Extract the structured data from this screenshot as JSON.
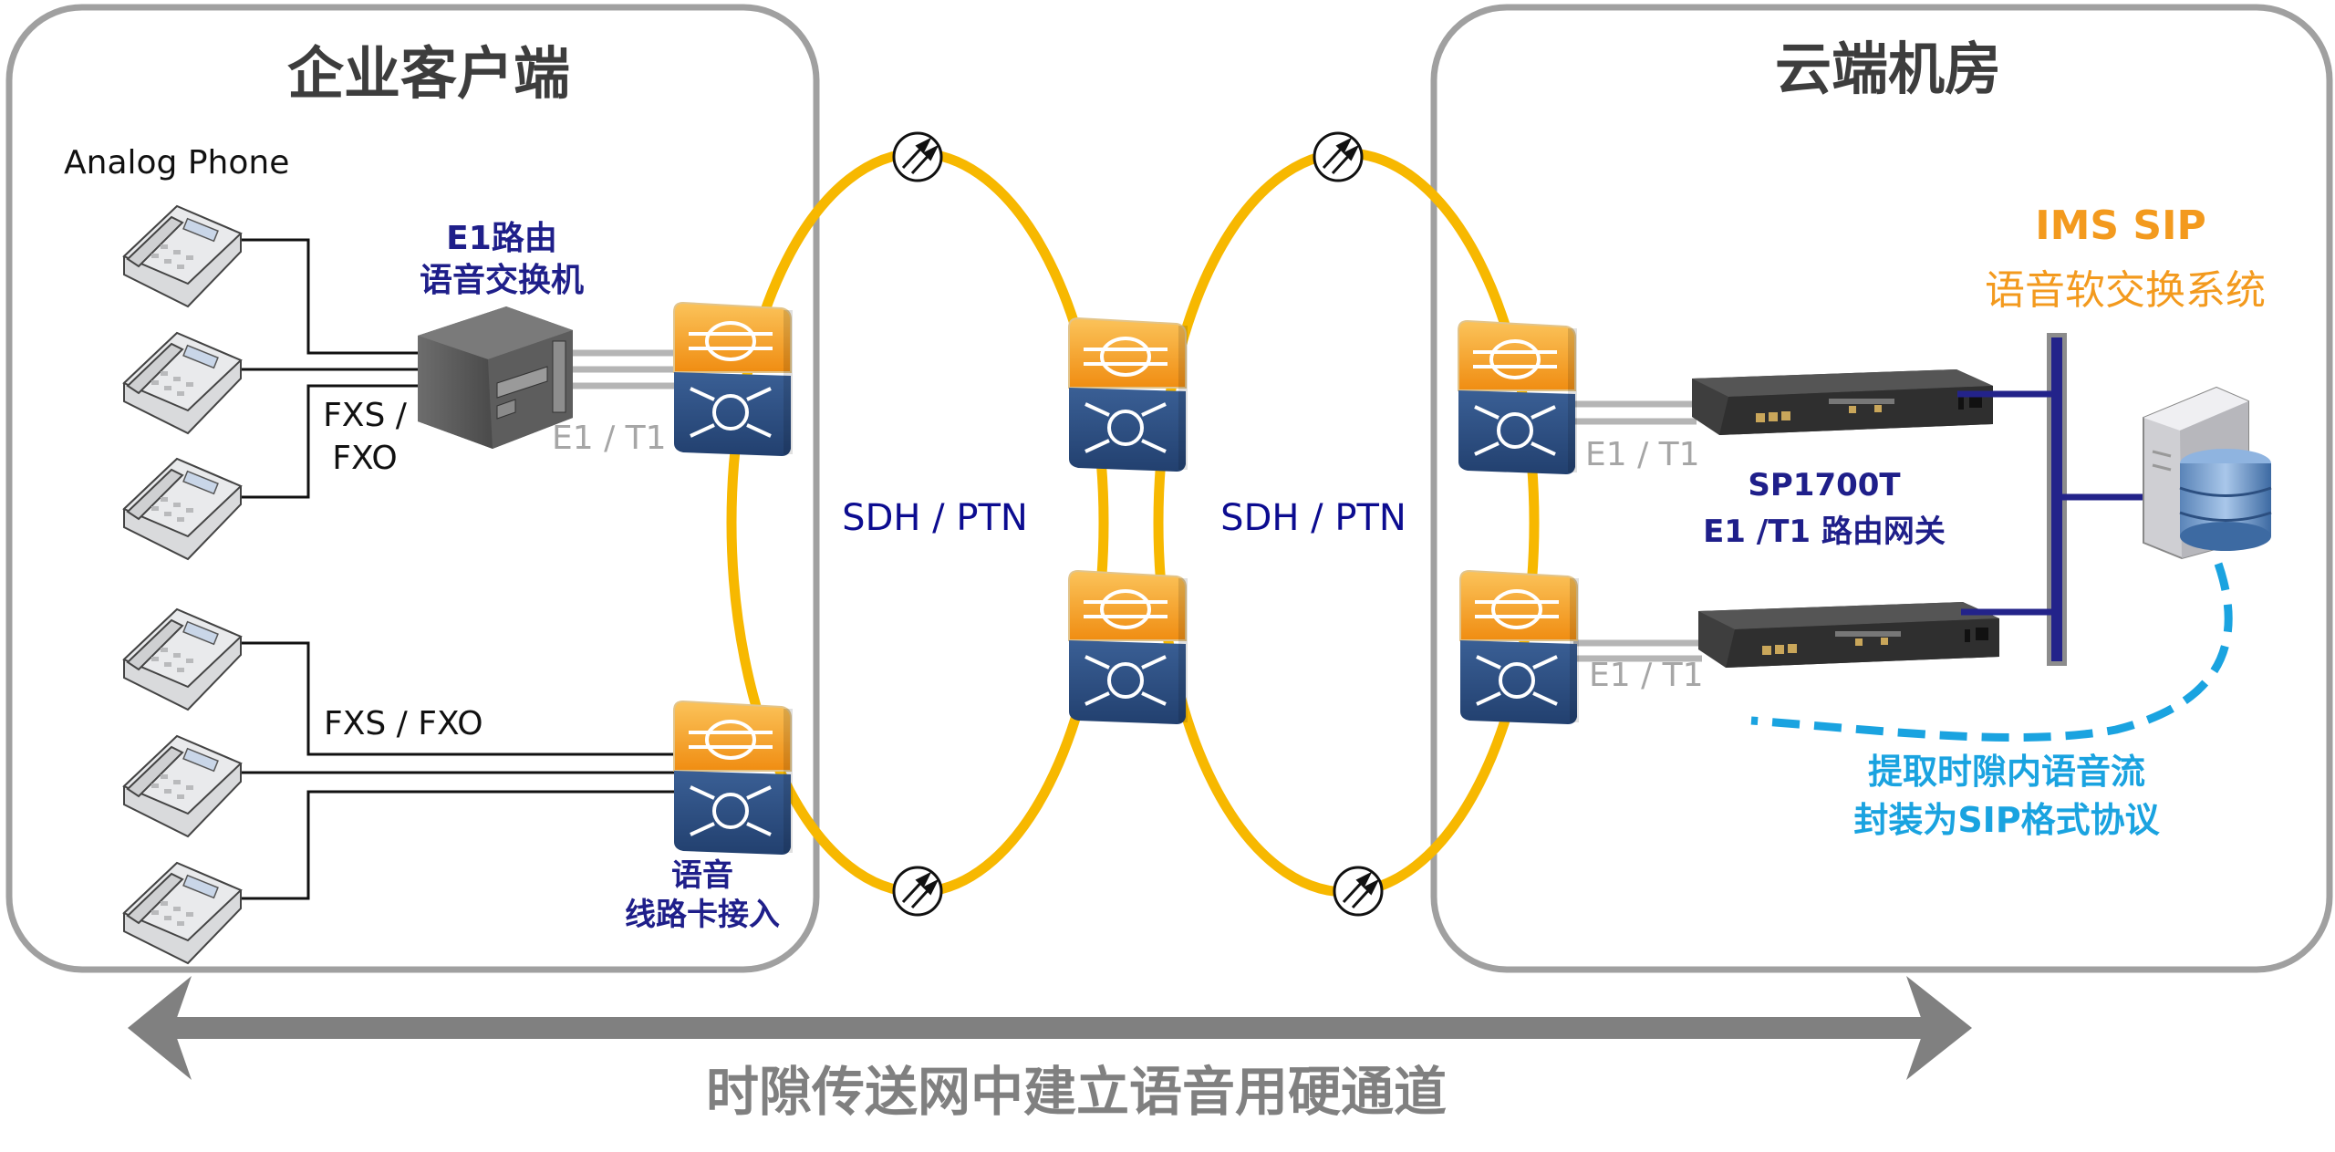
{
  "panels": {
    "left_title": "企业客户端",
    "right_title": "云端机房"
  },
  "labels": {
    "analog_phone": "Analog Phone",
    "e1_router_line1": "E1路由",
    "e1_router_line2": "语音交换机",
    "fxs_fxo_top_line1": "FXS /",
    "fxs_fxo_top_line2": "FXO",
    "fxs_fxo_bottom": "FXS / FXO",
    "e1t1_left": "E1 / T1",
    "voice_card_line1": "语音",
    "voice_card_line2": "线路卡接入",
    "ring_left": "SDH / PTN",
    "ring_right": "SDH / PTN",
    "e1t1_right_top": "E1 / T1",
    "e1t1_right_bottom": "E1 / T1",
    "gateway_model": "SP1700T",
    "gateway_desc": "E1 /T1 路由网关",
    "ims_line1": "IMS SIP",
    "ims_line2": "语音软交换系统",
    "extract_line1": "提取时隙内语音流",
    "extract_line2": "封装为SIP格式协议",
    "bottom_caption": "时隙传送网中建立语音用硬通道"
  },
  "icons": {
    "phone": "analog-phone-icon",
    "pbx": "pbx-server-icon",
    "mux": "sdh-mux-icon",
    "repeater": "optical-repeater-icon",
    "gateway": "e1-gateway-icon",
    "server": "database-server-icon"
  },
  "colors": {
    "ring": "#f7b800",
    "navy": "#1f1f8a",
    "orange": "#f39a1e",
    "sky": "#1aa3e0",
    "panel_border": "#a0a0a0",
    "arrow": "#808080"
  }
}
